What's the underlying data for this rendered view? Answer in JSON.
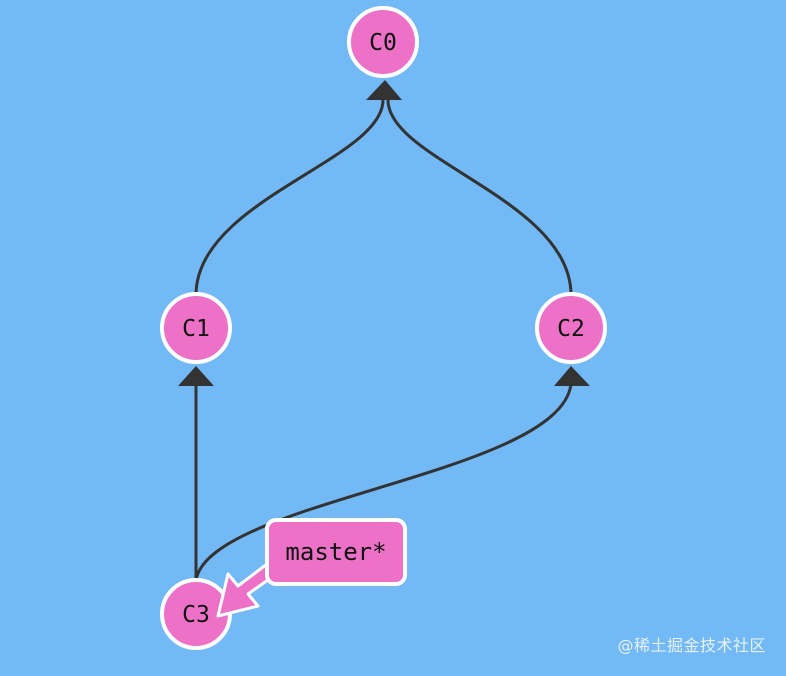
{
  "diagram": {
    "type": "git-commit-graph",
    "commits": [
      {
        "id": "C0",
        "label": "C0"
      },
      {
        "id": "C1",
        "label": "C1"
      },
      {
        "id": "C2",
        "label": "C2"
      },
      {
        "id": "C3",
        "label": "C3"
      }
    ],
    "edges": [
      {
        "from": "C1",
        "to": "C0"
      },
      {
        "from": "C2",
        "to": "C0"
      },
      {
        "from": "C3",
        "to": "C1"
      },
      {
        "from": "C3",
        "to": "C2"
      }
    ],
    "branch": {
      "label": "master*",
      "points_to": "C3"
    }
  },
  "colors": {
    "background": "#72b9f5",
    "node_fill": "#ed72c7",
    "node_stroke": "#ffffff",
    "edge": "#333333",
    "branch_fill": "#ed72c7"
  },
  "watermark": "@稀土掘金技术社区"
}
